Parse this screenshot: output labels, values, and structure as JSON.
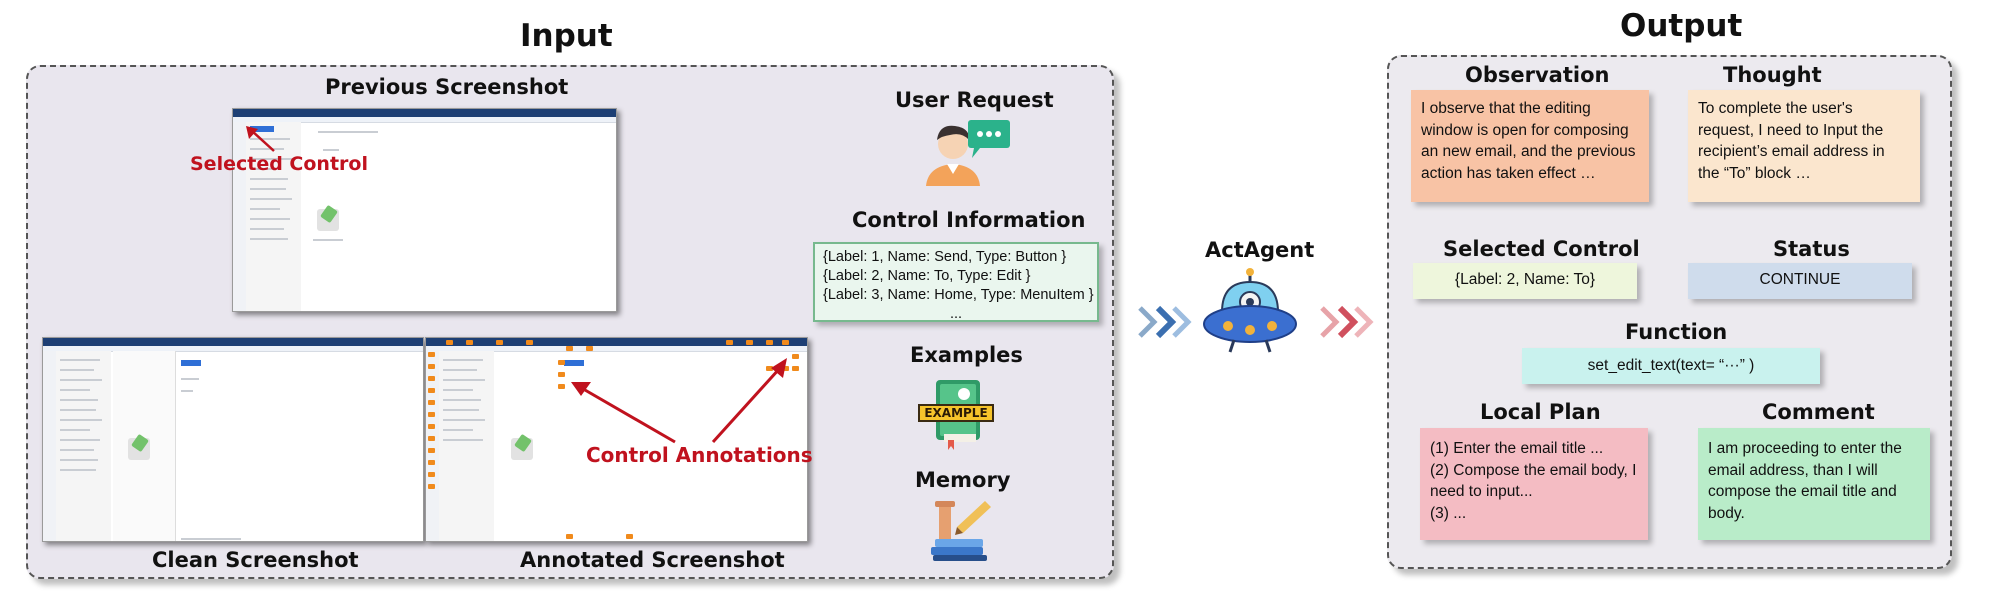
{
  "input_title": "Input",
  "output_title": "Output",
  "input": {
    "previous_screenshot": "Previous Screenshot",
    "selected_control": "Selected Control",
    "clean_screenshot": "Clean Screenshot",
    "annotated_screenshot": "Annotated Screenshot",
    "control_annotations": "Control Annotations",
    "user_request": "User Request",
    "control_information": "Control Information",
    "control_lines": [
      "{Label: 1, Name: Send,  Type: Button }",
      "{Label: 2, Name: To,      Type: Edit }",
      "{Label: 3, Name: Home, Type: MenuItem }",
      "..."
    ],
    "examples": "Examples",
    "example_badge": "EXAMPLE",
    "memory": "Memory"
  },
  "agent": "ActAgent",
  "output": {
    "observation_title": "Observation",
    "observation_text": "I observe that the editing window is open for composing an new email, and the previous action has taken effect …",
    "thought_title": "Thought",
    "thought_text": "To complete the user's request, I need to Input the recipient’s email address in the “To” block …",
    "selected_control_title": "Selected Control",
    "selected_control_text": "{Label: 2, Name: To}",
    "status_title": "Status",
    "status_text": "CONTINUE",
    "function_title": "Function",
    "function_text": "set_edit_text(text= “···” )",
    "local_plan_title": "Local Plan",
    "local_plan_lines": [
      "(1) Enter the email title ...",
      "(2) Compose the email body, I need to input...",
      "(3) ..."
    ],
    "comment_title": "Comment",
    "comment_text": "I am proceeding to enter the email address, than I will compose the email title and body."
  },
  "colors": {
    "observation": "#f8c3a5",
    "thought": "#fbe6ce",
    "selected_control": "#eef6dc",
    "status": "#cfdcec",
    "function": "#c9f2ee",
    "local_plan": "#f4bcc3",
    "comment": "#b9ecc9",
    "annotation_red": "#c0121e"
  }
}
